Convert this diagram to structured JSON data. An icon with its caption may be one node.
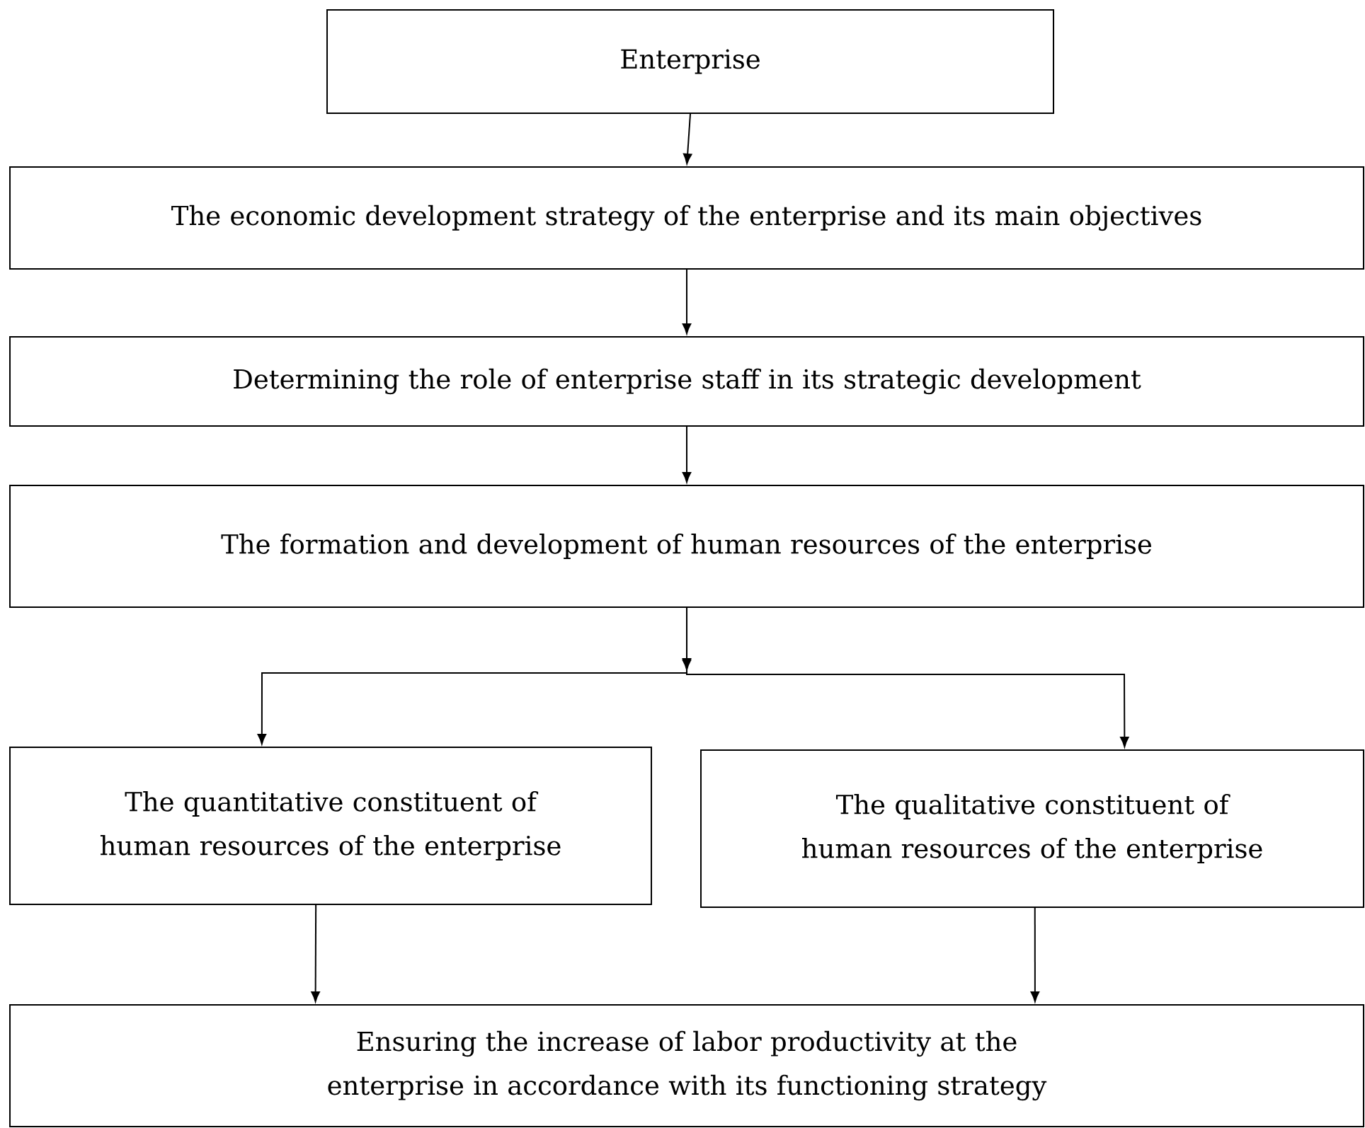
{
  "diagram": {
    "nodes": [
      {
        "text": [
          "Enterprise"
        ]
      },
      {
        "text": [
          "The economic development strategy of the enterprise and its main objectives"
        ]
      },
      {
        "text": [
          "Determining the role of enterprise staff in its strategic development"
        ]
      },
      {
        "text": [
          "The formation and development of human resources of the enterprise"
        ]
      },
      {
        "text": [
          "The quantitative constituent of human resources of the enterprise"
        ]
      },
      {
        "text": [
          "The qualitative constituent of human resources of the enterprise"
        ]
      },
      {
        "text": [
          "Ensuring the increase of labor productivity at the enterprise in accordance with its functioning strategy"
        ]
      }
    ],
    "edges": [
      {
        "from": 0,
        "to": 1,
        "arrow": "to"
      },
      {
        "from": 1,
        "to": 2,
        "arrow": "to"
      },
      {
        "from": 2,
        "to": 3,
        "arrow": "to"
      },
      {
        "from": 3,
        "to": 4,
        "arrow": "to"
      },
      {
        "from": 3,
        "to": 5,
        "arrow": "to"
      },
      {
        "from": 4,
        "to": 6,
        "arrow": "to"
      },
      {
        "from": 5,
        "to": 6,
        "arrow": "to"
      }
    ]
  }
}
